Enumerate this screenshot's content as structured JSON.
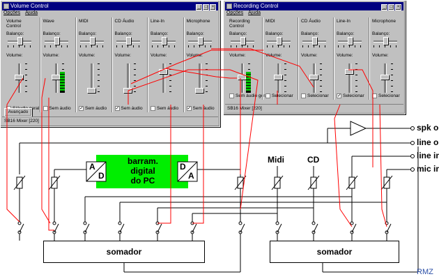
{
  "volume_window": {
    "title": "Volume Control",
    "menu": [
      "Opções",
      "Ajuda"
    ],
    "balance_label": "Balanço:",
    "volume_label": "Volume:",
    "channels": [
      {
        "title": "Volume Control",
        "checkbox": "S/áudio geral",
        "checked": false,
        "level": 0.55
      },
      {
        "title": "Wave",
        "checkbox": "Sem áudio",
        "checked": false,
        "level": 0.55
      },
      {
        "title": "MIDI",
        "checkbox": "Sem áudio",
        "checked": true,
        "level": 0.1
      },
      {
        "title": "CD Áudio",
        "checkbox": "Sem áudio",
        "checked": true,
        "level": 0.1
      },
      {
        "title": "Line-In",
        "checkbox": "Sem áudio",
        "checked": false,
        "level": 0.75
      },
      {
        "title": "Microphone",
        "checkbox": "Sem áudio",
        "checked": true,
        "level": 0.1
      }
    ],
    "advanced_button": "Avançado",
    "status": "SB16 Mixer [220]"
  },
  "recording_window": {
    "title": "Recording Control",
    "menu": [
      "Opções",
      "Ajuda"
    ],
    "balance_label": "Balanço:",
    "volume_label": "Volume:",
    "channels": [
      {
        "title": "Recording Control",
        "checkbox": "Sem áudio geral",
        "checked": false,
        "level": 0.55
      },
      {
        "title": "MIDI",
        "checkbox": "Selecionar",
        "checked": false,
        "level": 0.55
      },
      {
        "title": "CD Áudio",
        "checkbox": "Selecionar",
        "checked": false,
        "level": 0.55
      },
      {
        "title": "Line-In",
        "checkbox": "Selecionar",
        "checked": true,
        "level": 0.75
      },
      {
        "title": "Microphone",
        "checkbox": "Selecionar",
        "checked": false,
        "level": 0.55
      }
    ],
    "status": "SB16 Mixer [220]"
  },
  "diagram": {
    "outputs": [
      "spk out",
      "line out"
    ],
    "inputs": [
      "line in",
      "mic in"
    ],
    "sources": [
      "Midi",
      "CD"
    ],
    "bus_label": [
      "barram.",
      "digital",
      "do PC"
    ],
    "ad_label": [
      "A",
      "D"
    ],
    "da_label": [
      "D",
      "A"
    ],
    "summer_label": "somador",
    "author": "RMZ",
    "bus_color": "#00ee00",
    "wire_color": "#ff0000"
  }
}
